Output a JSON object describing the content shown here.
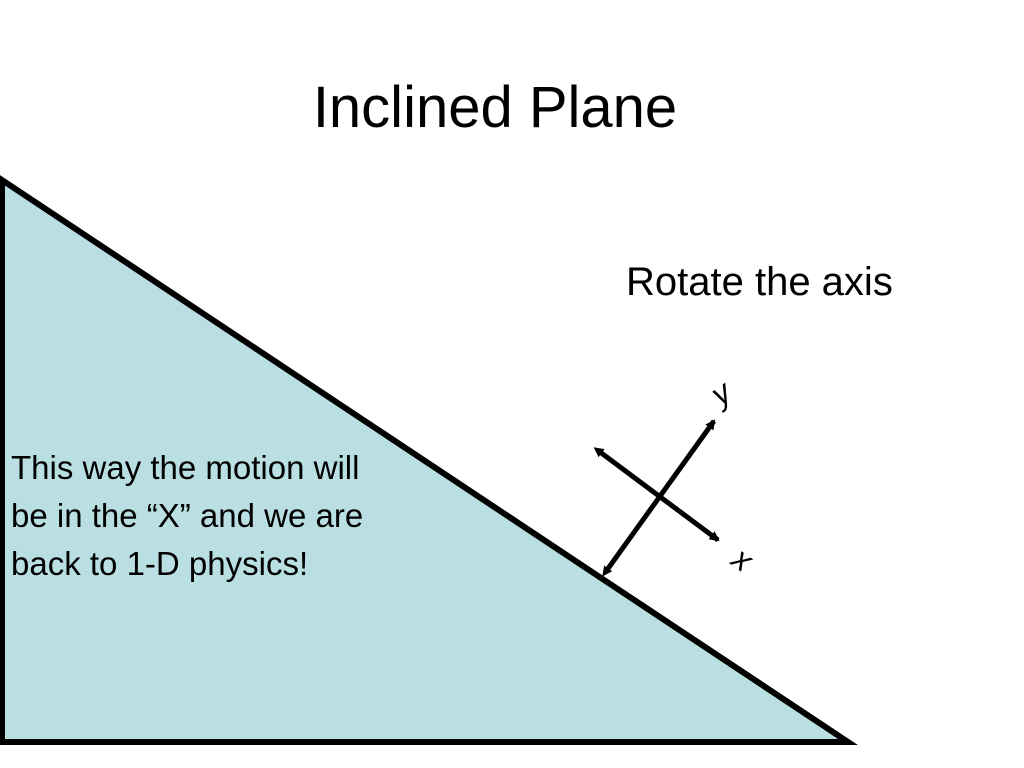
{
  "slide": {
    "title": "Inclined Plane",
    "note": "Rotate the axis",
    "explanation": "This way the motion will be in the “X” and we are back to 1-D physics!"
  },
  "diagram": {
    "incline_fill_color": "#b9dfe3",
    "outline_color": "#000000",
    "axes": {
      "x_label": "x",
      "y_label": "y"
    }
  }
}
